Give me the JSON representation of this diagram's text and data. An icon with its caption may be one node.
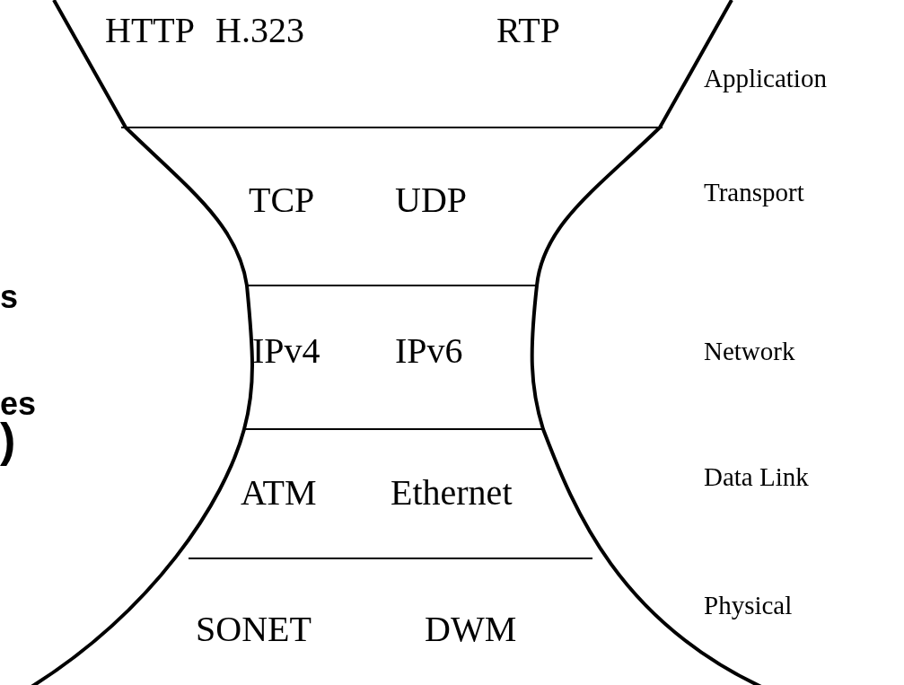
{
  "diagram": {
    "nodes": [
      {
        "text": [
          "HTTP",
          "H.323",
          "RTP"
        ],
        "beside": [
          "Application"
        ]
      },
      {
        "text": [
          "TCP",
          "UDP"
        ],
        "beside": [
          "Transport"
        ]
      },
      {
        "text": [
          "IPv4",
          "IPv6"
        ],
        "beside": [
          "Network"
        ]
      },
      {
        "text": [
          "ATM",
          "Ethernet"
        ],
        "beside": [
          "Data Link"
        ]
      },
      {
        "text": [
          "SONET",
          "DWM"
        ],
        "beside": [
          "Physical"
        ]
      }
    ],
    "labels": [
      "s",
      "es",
      ")"
    ]
  }
}
